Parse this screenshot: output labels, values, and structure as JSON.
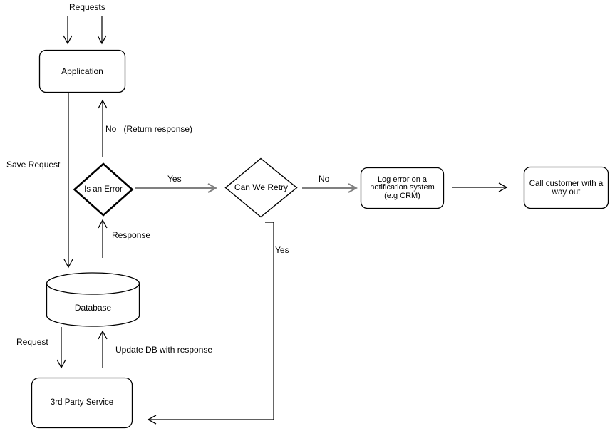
{
  "nodes": {
    "application": "Application",
    "is_an_error": "Is an Error",
    "can_we_retry": "Can We Retry",
    "log_error": "Log error on a\nnotification system\n(e.g CRM)",
    "call_customer": "Call customer with a\nway out",
    "database": "Database",
    "third_party": "3rd Party Service"
  },
  "labels": {
    "requests": "Requests",
    "save_request": "Save Request",
    "no_return": "No   (Return response)",
    "yes_to_retry": "Yes",
    "response": "Response",
    "no_to_log": "No",
    "yes_loop": "Yes",
    "request": "Request",
    "update_db": "Update DB with response"
  },
  "colors": {
    "line": "#000000",
    "gray_arrow": "#808080",
    "background": "#ffffff",
    "text": "#000000"
  }
}
